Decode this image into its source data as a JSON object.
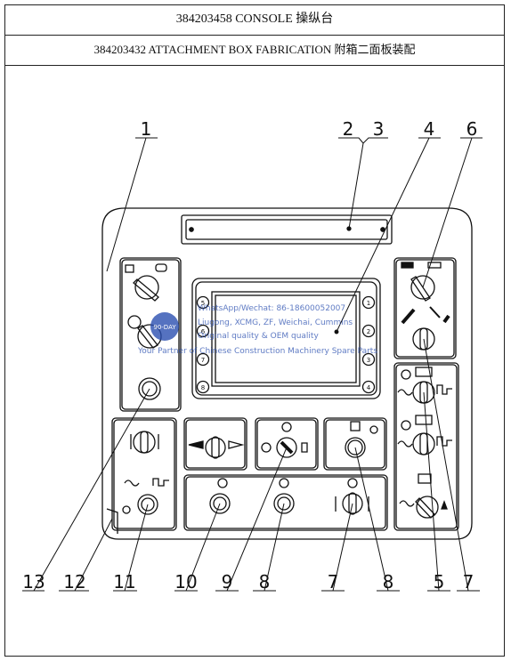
{
  "header": {
    "title": "384203458 CONSOLE 操纵台",
    "subtitle": "384203432 ATTACHMENT BOX FABRICATION 附箱二面板装配"
  },
  "screen_buttons_left": [
    "5",
    "6",
    "7",
    "8"
  ],
  "screen_buttons_right": [
    "1",
    "2",
    "3",
    "4"
  ],
  "watermark": {
    "line1": "WhatsApp/Wechat: 86-18600052007",
    "line2": "Liugong, XCMG, ZF, Weichai, Cummins",
    "line3": "Original quality & OEM quality",
    "line4": "Your Partner of Chinese Construction Machinery Spare Parts",
    "badge": "90-DAY"
  },
  "callouts": {
    "c1": "1",
    "c2": "2",
    "c3": "3",
    "c4": "4",
    "c6": "6",
    "c13": "13",
    "c12": "12",
    "c11": "11",
    "c10": "10",
    "c9": "9",
    "c8a": "8",
    "c7a": "7",
    "c8b": "8",
    "c5": "5",
    "c7b": "7"
  }
}
